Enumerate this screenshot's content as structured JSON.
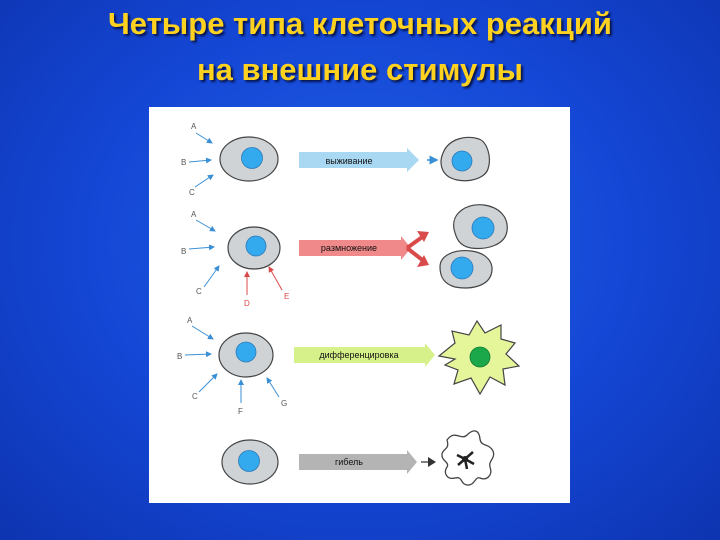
{
  "title": {
    "line1": "Четыре типа клеточных реакций",
    "line2": "на внешние стимулы"
  },
  "colors": {
    "title": "#ffd21f",
    "background": "#1446d4",
    "survival_arrow": "#a9d8f2",
    "proliferation_arrow": "#f08a8a",
    "differentiation_arrow": "#d6f08a",
    "death_arrow": "#b4b4b4",
    "nucleus": "#33aaee",
    "cell": "#cfd3d6"
  },
  "rows": [
    {
      "signals": [
        "A",
        "B",
        "C"
      ],
      "response": "выживание",
      "outcome": "surviving-cell"
    },
    {
      "signals": [
        "A",
        "B",
        "C",
        "D",
        "E"
      ],
      "response": "размножение",
      "outcome": "two-daughter-cells"
    },
    {
      "signals": [
        "A",
        "B",
        "C",
        "F",
        "G"
      ],
      "response": "дифференцировка",
      "outcome": "differentiated-cell"
    },
    {
      "signals": [],
      "response": "гибель",
      "outcome": "apoptotic-cell"
    }
  ]
}
